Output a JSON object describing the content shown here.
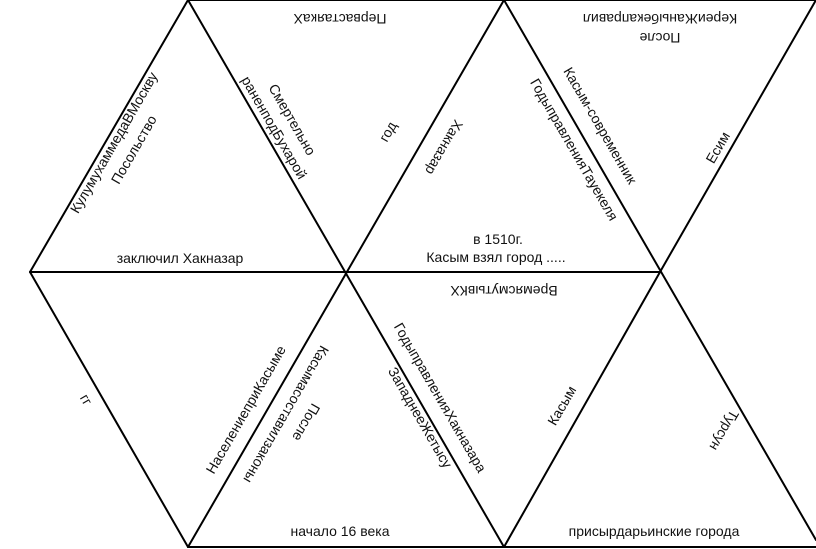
{
  "puzzle": {
    "labels": {
      "t1_left": "КулумухаммедаВМоскву",
      "t1_left_2": "Посольство",
      "t1_bottom": "заключил Хакназар",
      "t2_top": "ПервастаякаХ",
      "t2_left": "Смертельно",
      "t2_left_2": "раненподБухарой",
      "t2_right": "год",
      "t3_left": "Хакназар",
      "t3_bottom": "в 1510г.",
      "t3_bottom_2": "Касым взял город .....",
      "t4_top": "После",
      "t4_top_2": "КереиЖаныбекаправил",
      "t4_left": "Касым-современник",
      "t4_left_2": "ГодыправленияТауекеля",
      "t5_right": "Есим",
      "t6_left": "гг",
      "t7_left": "НаселениеприКасыме",
      "t7_right": "Касымасоставилзаконы",
      "t7_right_2": "После",
      "t7_bottom": "начало 16 века",
      "t8_top": "ВремясмутывКХ",
      "t8_left": "ГодыправленияХакназара",
      "t8_left_2": "ЗападнееЖетысу",
      "t9_left": "Касым",
      "t9_bottom": "присырдарьинские города",
      "t10_right": "Турсун"
    }
  }
}
